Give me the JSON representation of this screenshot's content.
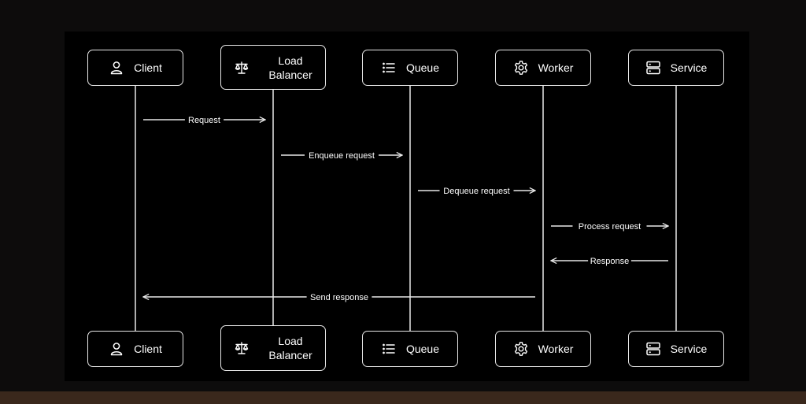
{
  "colors": {
    "background": "#0d0c0c",
    "canvas": "#000000",
    "stroke": "#e8e8e8",
    "text": "#ffffff",
    "bottom_strip": "#3a281c"
  },
  "participants": [
    {
      "id": "client",
      "label": "Client",
      "icon": "user-icon"
    },
    {
      "id": "load_balancer",
      "label": "Load\nBalancer",
      "icon": "scale-icon"
    },
    {
      "id": "queue",
      "label": "Queue",
      "icon": "list-icon"
    },
    {
      "id": "worker",
      "label": "Worker",
      "icon": "gear-icon"
    },
    {
      "id": "service",
      "label": "Service",
      "icon": "server-icon"
    }
  ],
  "messages": [
    {
      "from": "client",
      "to": "load_balancer",
      "label": "Request"
    },
    {
      "from": "load_balancer",
      "to": "queue",
      "label": "Enqueue request"
    },
    {
      "from": "queue",
      "to": "worker",
      "label": "Dequeue request"
    },
    {
      "from": "worker",
      "to": "service",
      "label": "Process request"
    },
    {
      "from": "service",
      "to": "worker",
      "label": "Response"
    },
    {
      "from": "worker",
      "to": "client",
      "label": "Send response"
    }
  ]
}
